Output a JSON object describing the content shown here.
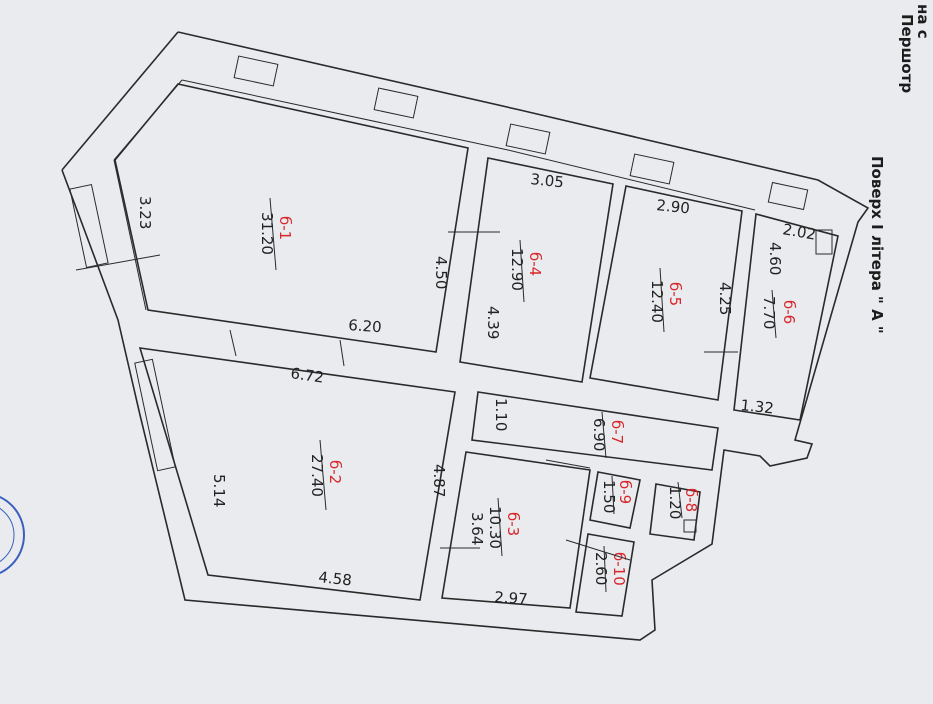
{
  "header": {
    "top_line_1": "на с",
    "top_line_2": "Першотр",
    "floor_title": "Поверх I літера  \" А \""
  },
  "rooms": [
    {
      "id": "б-1",
      "area": "31.20"
    },
    {
      "id": "б-2",
      "area": "27.40"
    },
    {
      "id": "б-3",
      "area": "10.30"
    },
    {
      "id": "б-4",
      "area": "12.90"
    },
    {
      "id": "б-5",
      "area": "12.40"
    },
    {
      "id": "б-6",
      "area": "7.70"
    },
    {
      "id": "б-7",
      "area": "6.90"
    },
    {
      "id": "б-8",
      "area": "1.20"
    },
    {
      "id": "б-9",
      "area": "1.50"
    },
    {
      "id": "б-10",
      "area": "2.60"
    }
  ],
  "dimensions": [
    "3.23",
    "4.50",
    "6.20",
    "3.05",
    "4.39",
    "2.90",
    "4.25",
    "2.02",
    "4.60",
    "1.32",
    "6.72",
    "5.14",
    "4.87",
    "4.58",
    "1.10",
    "3.64",
    "2.97"
  ],
  "stamp": {
    "text": ""
  },
  "colors": {
    "paper": "#e9ebee",
    "ink": "#2a2a2a",
    "room_id": "#d8262b",
    "stamp": "#3a5fc0"
  }
}
